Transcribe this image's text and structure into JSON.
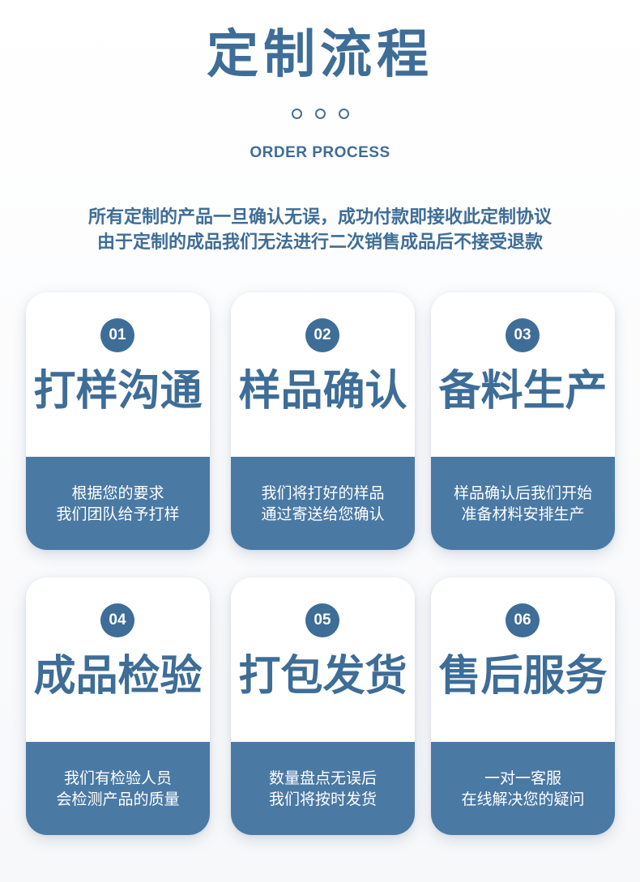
{
  "header": {
    "title": "定制流程",
    "subtitle": "ORDER PROCESS",
    "notice_line1": "所有定制的产品一旦确认无误，成功付款即接收此定制协议",
    "notice_line2": "由于定制的成品我们无法进行二次销售成品后不接受退款"
  },
  "colors": {
    "primary": "#3e6d97",
    "panel": "#4a79a4",
    "card_bg": "#ffffff"
  },
  "steps": [
    {
      "number": "01",
      "title": "打样沟通",
      "desc_line1": "根据您的要求",
      "desc_line2": "我们团队给予打样"
    },
    {
      "number": "02",
      "title": "样品确认",
      "desc_line1": "我们将打好的样品",
      "desc_line2": "通过寄送给您确认"
    },
    {
      "number": "03",
      "title": "备料生产",
      "desc_line1": "样品确认后我们开始",
      "desc_line2": "准备材料安排生产"
    },
    {
      "number": "04",
      "title": "成品检验",
      "desc_line1": "我们有检验人员",
      "desc_line2": "会检测产品的质量"
    },
    {
      "number": "05",
      "title": "打包发货",
      "desc_line1": "数量盘点无误后",
      "desc_line2": "我们将按时发货"
    },
    {
      "number": "06",
      "title": "售后服务",
      "desc_line1": "一对一客服",
      "desc_line2": "在线解决您的疑问"
    }
  ]
}
